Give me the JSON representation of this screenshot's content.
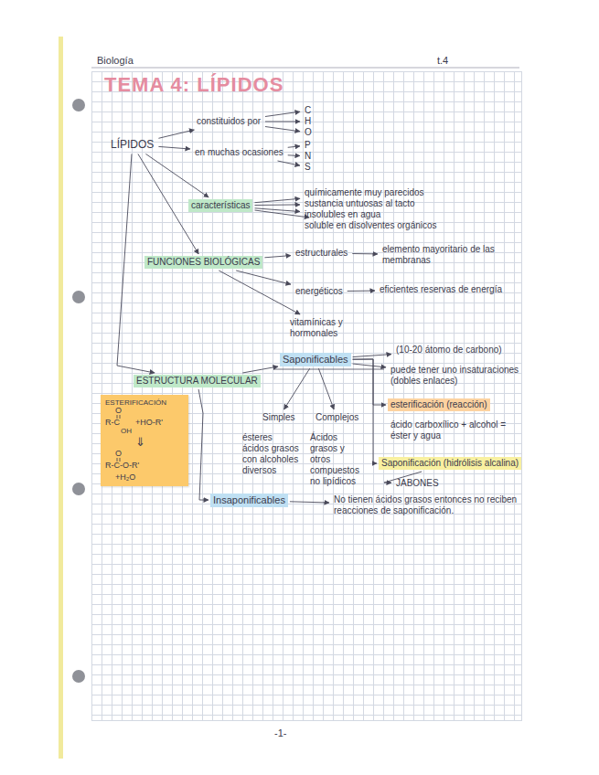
{
  "diagram": {
    "title": "TEMA 4: LÍPIDOS",
    "nodes": [
      {
        "text": [
          "LÍPIDOS"
        ]
      },
      {
        "text": [
          "constituidos por"
        ]
      },
      {
        "text": [
          "C"
        ]
      },
      {
        "text": [
          "H"
        ]
      },
      {
        "text": [
          "O"
        ]
      },
      {
        "text": [
          "en muchas ocasiones"
        ]
      },
      {
        "text": [
          "P"
        ]
      },
      {
        "text": [
          "N"
        ]
      },
      {
        "text": [
          "S"
        ]
      },
      {
        "text": [
          "características"
        ]
      },
      {
        "text": [
          "químicamente muy parecidos"
        ]
      },
      {
        "text": [
          "sustancia untuosas al tacto"
        ]
      },
      {
        "text": [
          "insolubles en agua"
        ]
      },
      {
        "text": [
          "soluble en disolventes orgánicos"
        ]
      },
      {
        "text": [
          "FUNCIONES BIOLÓGICAS"
        ]
      },
      {
        "text": [
          "estructurales"
        ]
      },
      {
        "text": [
          "elemento mayoritario de las membranas"
        ]
      },
      {
        "text": [
          "energéticos"
        ]
      },
      {
        "text": [
          "eficientes reservas de energía"
        ]
      },
      {
        "text": [
          "vitamínicas y hormonales"
        ]
      },
      {
        "text": [
          "ESTRUCTURA MOLECULAR"
        ]
      },
      {
        "text": [
          "Saponificables"
        ]
      },
      {
        "text": [
          "(10-20 átomo de carbono)"
        ]
      },
      {
        "text": [
          "puede tener uno insaturaciones (dobles enlaces)"
        ]
      },
      {
        "text": [
          "esterificación (reacción)"
        ]
      },
      {
        "text": [
          "ácido carboxílico + alcohol = éster y agua"
        ]
      },
      {
        "text": [
          "Saponificación (hidrólisis alcalina)"
        ]
      },
      {
        "text": [
          "JABONES"
        ]
      },
      {
        "text": [
          "Simples"
        ]
      },
      {
        "text": [
          "Complejos"
        ]
      },
      {
        "text": [
          "ésteres ácidos grasos con alcoholes diversos"
        ]
      },
      {
        "text": [
          "Ácidos grasos y otros compuestos no lipídicos"
        ]
      },
      {
        "text": [
          "Insaponificables"
        ]
      },
      {
        "text": [
          "No tienen ácidos grasos entonces no reciben reacciones de saponificación."
        ]
      },
      {
        "text": [
          "ESTERIFICACIÓN",
          "O",
          "R-C",
          "OH",
          "+HO-R'",
          "⇓",
          "O",
          "R-C-O-R'",
          "+H₂O"
        ]
      }
    ],
    "edges": [
      {
        "from": 0,
        "to": 1,
        "arrow": "to"
      },
      {
        "from": 0,
        "to": 5,
        "arrow": "to"
      },
      {
        "from": 0,
        "to": 9,
        "arrow": "to"
      },
      {
        "from": 0,
        "to": 14,
        "arrow": "to"
      },
      {
        "from": 0,
        "to": 20,
        "arrow": "to"
      },
      {
        "from": 1,
        "to": 2,
        "arrow": "to"
      },
      {
        "from": 1,
        "to": 3,
        "arrow": "to"
      },
      {
        "from": 1,
        "to": 4,
        "arrow": "to"
      },
      {
        "from": 5,
        "to": 6,
        "arrow": "to"
      },
      {
        "from": 5,
        "to": 7,
        "arrow": "to"
      },
      {
        "from": 5,
        "to": 8,
        "arrow": "to"
      },
      {
        "from": 9,
        "to": 10,
        "arrow": "to"
      },
      {
        "from": 9,
        "to": 11,
        "arrow": "to"
      },
      {
        "from": 9,
        "to": 12,
        "arrow": "to"
      },
      {
        "from": 9,
        "to": 13,
        "arrow": "to"
      },
      {
        "from": 14,
        "to": 15,
        "arrow": "to"
      },
      {
        "from": 14,
        "to": 17,
        "arrow": "to"
      },
      {
        "from": 14,
        "to": 19,
        "arrow": "to"
      },
      {
        "from": 15,
        "to": 16,
        "arrow": "to"
      },
      {
        "from": 17,
        "to": 18,
        "arrow": "to"
      },
      {
        "from": 20,
        "to": 21,
        "arrow": "to"
      },
      {
        "from": 20,
        "to": 32,
        "arrow": "to"
      },
      {
        "from": 21,
        "to": 22,
        "arrow": "to"
      },
      {
        "from": 21,
        "to": 23,
        "arrow": "to"
      },
      {
        "from": 21,
        "to": 24,
        "arrow": "to"
      },
      {
        "from": 21,
        "to": 26,
        "arrow": "to"
      },
      {
        "from": 21,
        "to": 28,
        "arrow": "to"
      },
      {
        "from": 21,
        "to": 29,
        "arrow": "to"
      },
      {
        "from": 26,
        "to": 27,
        "arrow": "to"
      },
      {
        "from": 32,
        "to": 33,
        "arrow": "to"
      }
    ],
    "labels": [
      "Biología",
      "t.4",
      "-1-"
    ]
  }
}
